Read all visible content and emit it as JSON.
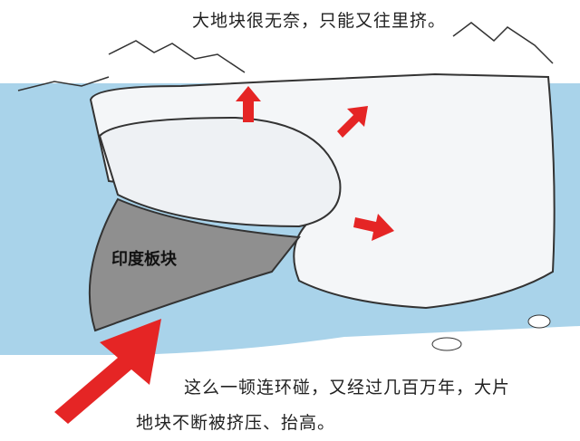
{
  "captions": {
    "top": "大地块很无奈，只能又往里挤。",
    "bottom_line1": "这么一顿连环碰，又经过几百万年，大片",
    "bottom_line2": "地块不断被挤压、抬高。"
  },
  "labels": {
    "indian_plate": "印度板块"
  },
  "colors": {
    "water": "#a9d3ea",
    "plate": "#8f8f8f",
    "arrow": "#e52525",
    "land": "#f4f6f8"
  }
}
